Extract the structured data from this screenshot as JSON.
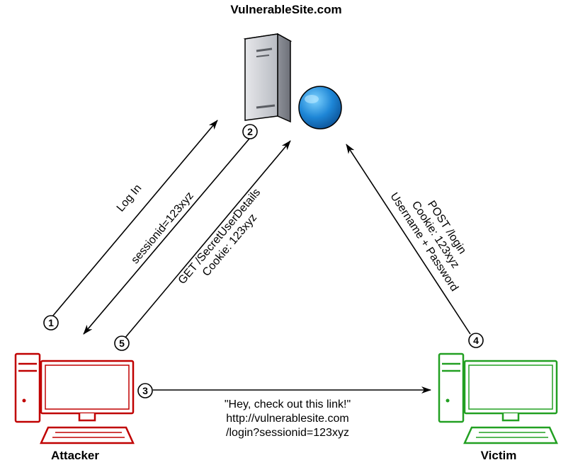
{
  "server": {
    "title": "VulnerableSite.com"
  },
  "attacker": {
    "label": "Attacker",
    "color": "#c00000"
  },
  "victim": {
    "label": "Victim",
    "color": "#22a022"
  },
  "steps": {
    "s1": {
      "num": "1",
      "text": "Log In"
    },
    "s2": {
      "num": "2",
      "text": "sessionid=123xyz"
    },
    "s3": {
      "num": "3",
      "line1": "\"Hey, check out this link!\"",
      "line2": "http://vulnerablesite.com",
      "line3": "/login?sessionid=123xyz"
    },
    "s4": {
      "num": "4",
      "line1": "POST /login",
      "line2": "Cookie: 123xyz",
      "line3": "Username + Password"
    },
    "s5": {
      "num": "5",
      "line1": "GET /SecretUserDetails",
      "line2": "Cookie: 123xyz"
    }
  },
  "icons": {
    "server": "server-icon",
    "globe": "globe-icon",
    "attacker": "attacker-computer-icon",
    "victim": "victim-computer-icon"
  }
}
